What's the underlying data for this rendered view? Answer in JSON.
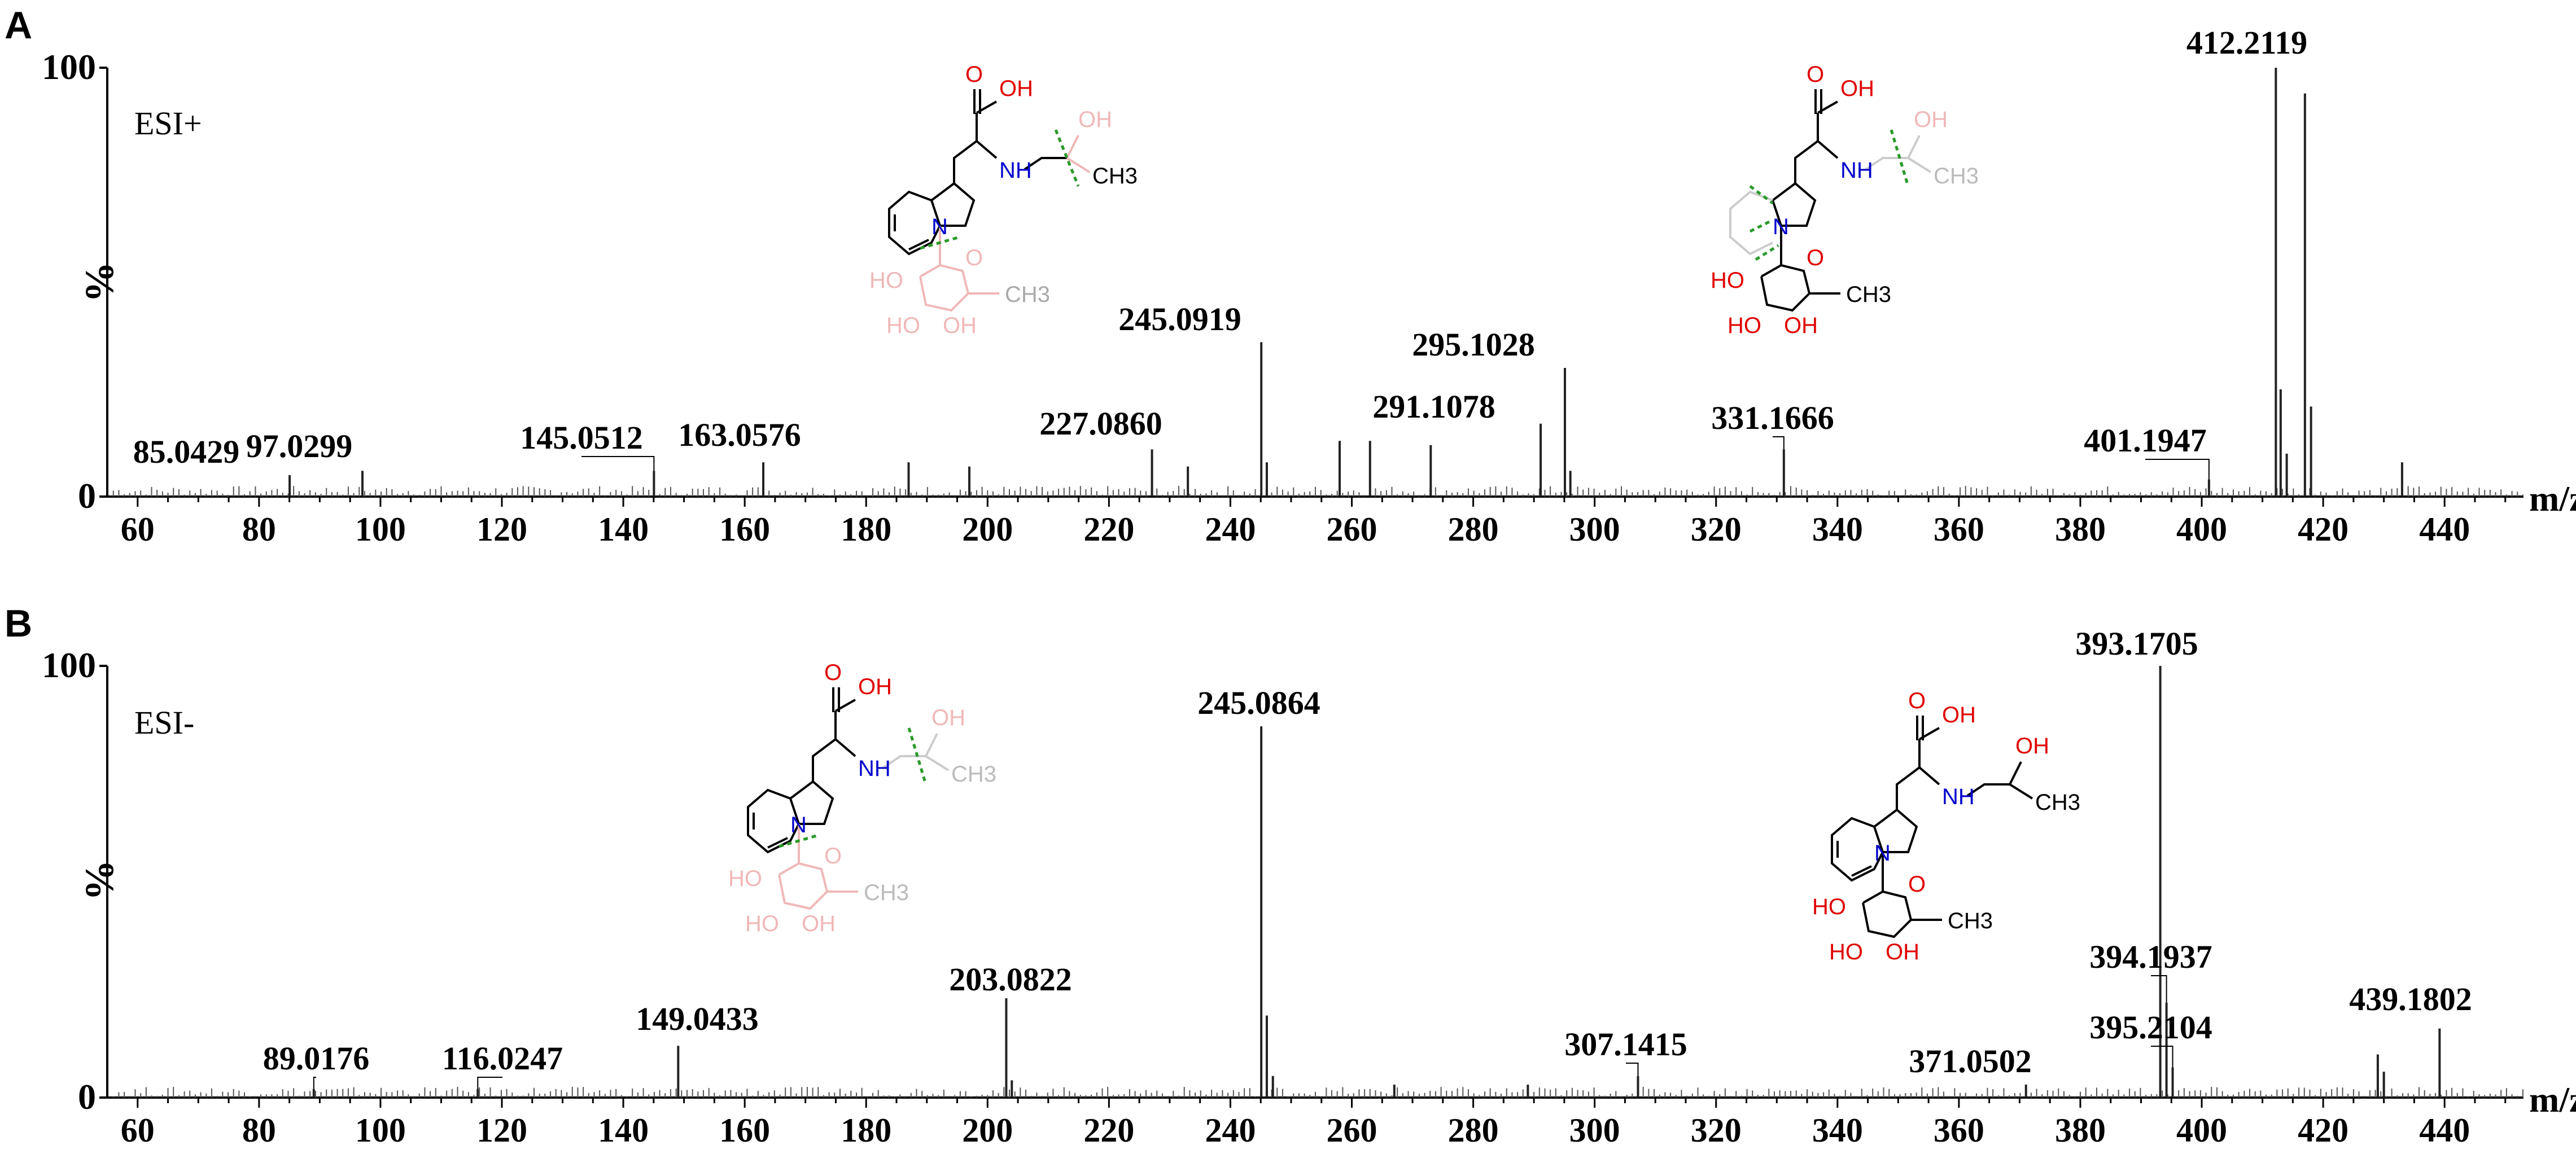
{
  "chart_data": [
    {
      "panel": "A",
      "type": "bar",
      "mode_label": "ESI+",
      "ylabel": "%",
      "xlabel": "m/z",
      "xlim": [
        55,
        453
      ],
      "ylim": [
        0,
        100
      ],
      "yticks": [
        0,
        100
      ],
      "xticks": [
        60,
        80,
        100,
        120,
        140,
        160,
        180,
        200,
        220,
        240,
        260,
        280,
        300,
        320,
        340,
        360,
        380,
        400,
        420,
        440
      ],
      "peaks": [
        {
          "mz": 85.0429,
          "intensity": 5,
          "label": "85.0429"
        },
        {
          "mz": 97.0299,
          "intensity": 6,
          "label": "97.0299"
        },
        {
          "mz": 145.0512,
          "intensity": 6,
          "label": "145.0512"
        },
        {
          "mz": 163.0576,
          "intensity": 8,
          "label": "163.0576"
        },
        {
          "mz": 227.086,
          "intensity": 11,
          "label": "227.0860"
        },
        {
          "mz": 245.0919,
          "intensity": 36,
          "label": "245.0919"
        },
        {
          "mz": 291.1078,
          "intensity": 17,
          "label": "291.1078"
        },
        {
          "mz": 295.1028,
          "intensity": 30,
          "label": "295.1028"
        },
        {
          "mz": 331.1666,
          "intensity": 11,
          "label": "331.1666"
        },
        {
          "mz": 401.1947,
          "intensity": 4,
          "label": "401.1947"
        },
        {
          "mz": 412.2119,
          "intensity": 100,
          "label": "412.2119"
        },
        {
          "mz": 417.0,
          "intensity": 94
        },
        {
          "mz": 413.0,
          "intensity": 25
        },
        {
          "mz": 418.0,
          "intensity": 21
        },
        {
          "mz": 414.0,
          "intensity": 10
        },
        {
          "mz": 258.0,
          "intensity": 13
        },
        {
          "mz": 263.0,
          "intensity": 13
        },
        {
          "mz": 273.0,
          "intensity": 12
        },
        {
          "mz": 233.0,
          "intensity": 7
        },
        {
          "mz": 187.0,
          "intensity": 8
        },
        {
          "mz": 197.0,
          "intensity": 7
        },
        {
          "mz": 433.0,
          "intensity": 8
        },
        {
          "mz": 246.0,
          "intensity": 8
        },
        {
          "mz": 296.0,
          "intensity": 6
        }
      ],
      "structure_1": {
        "labels": [
          "OH",
          "O",
          "NH",
          "OH",
          "CH3",
          "N",
          "HO",
          "O",
          "HO",
          "OH",
          "CH3"
        ]
      },
      "structure_2": {
        "labels": [
          "OH",
          "O",
          "NH",
          "OH",
          "CH3",
          "N",
          "HO",
          "O",
          "HO",
          "OH",
          "CH3"
        ]
      }
    },
    {
      "panel": "B",
      "type": "bar",
      "mode_label": "ESI-",
      "ylabel": "%",
      "xlabel": "m/z",
      "xlim": [
        55,
        453
      ],
      "ylim": [
        0,
        100
      ],
      "yticks": [
        0,
        100
      ],
      "xticks": [
        60,
        80,
        100,
        120,
        140,
        160,
        180,
        200,
        220,
        240,
        260,
        280,
        300,
        320,
        340,
        360,
        380,
        400,
        420,
        440
      ],
      "peaks": [
        {
          "mz": 89.0176,
          "intensity": 2,
          "label": "89.0176"
        },
        {
          "mz": 116.0247,
          "intensity": 2,
          "label": "116.0247"
        },
        {
          "mz": 149.0433,
          "intensity": 12,
          "label": "149.0433"
        },
        {
          "mz": 203.0822,
          "intensity": 23,
          "label": "203.0822"
        },
        {
          "mz": 245.0864,
          "intensity": 86,
          "label": "245.0864"
        },
        {
          "mz": 307.1415,
          "intensity": 5,
          "label": "307.1415"
        },
        {
          "mz": 371.0502,
          "intensity": 3,
          "label": "371.0502"
        },
        {
          "mz": 393.1705,
          "intensity": 100,
          "label": "393.1705"
        },
        {
          "mz": 394.1937,
          "intensity": 22,
          "label": "394.1937"
        },
        {
          "mz": 395.2104,
          "intensity": 7,
          "label": "395.2104"
        },
        {
          "mz": 439.1802,
          "intensity": 16,
          "label": "439.1802"
        },
        {
          "mz": 246.0,
          "intensity": 19
        },
        {
          "mz": 247.0,
          "intensity": 5
        },
        {
          "mz": 429.0,
          "intensity": 10
        },
        {
          "mz": 430.0,
          "intensity": 6
        },
        {
          "mz": 204.0,
          "intensity": 4
        },
        {
          "mz": 267.0,
          "intensity": 3
        },
        {
          "mz": 289.0,
          "intensity": 3
        }
      ],
      "structure_1": {
        "labels": [
          "OH",
          "O",
          "NH",
          "OH",
          "CH3",
          "N",
          "HO",
          "O",
          "HO",
          "OH",
          "CH3"
        ]
      },
      "structure_2": {
        "labels": [
          "OH",
          "O",
          "NH",
          "OH",
          "CH3",
          "N",
          "HO",
          "O",
          "HO",
          "OH",
          "CH3"
        ]
      }
    }
  ]
}
